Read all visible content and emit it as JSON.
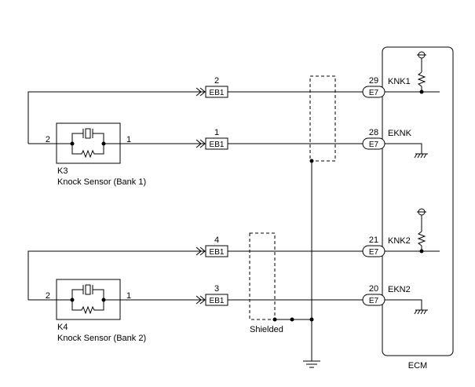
{
  "ecm": {
    "label": "ECM",
    "pins": [
      {
        "pin": "29",
        "connector": "E7",
        "signal": "KNK1"
      },
      {
        "pin": "28",
        "connector": "E7",
        "signal": "EKNK"
      },
      {
        "pin": "21",
        "connector": "E7",
        "signal": "KNK2"
      },
      {
        "pin": "20",
        "connector": "E7",
        "signal": "EKN2"
      }
    ]
  },
  "sensors": [
    {
      "id": "K3",
      "name": "Knock Sensor (Bank 1)",
      "pin_left": "2",
      "pin_right": "1"
    },
    {
      "id": "K4",
      "name": "Knock Sensor (Bank 2)",
      "pin_left": "2",
      "pin_right": "1"
    }
  ],
  "junction": {
    "connector": "EB1",
    "pins": [
      "2",
      "1",
      "4",
      "3"
    ]
  },
  "shield_label": "Shielded"
}
